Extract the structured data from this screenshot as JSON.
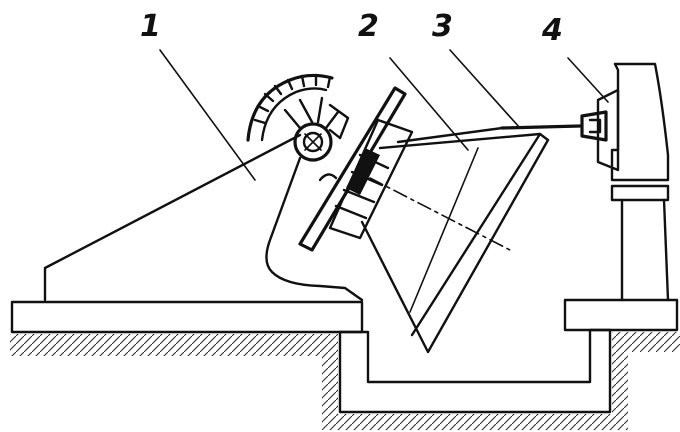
{
  "figure": {
    "callouts": [
      {
        "id": "1",
        "text": "1"
      },
      {
        "id": "2",
        "text": "2"
      },
      {
        "id": "3",
        "text": "3"
      },
      {
        "id": "4",
        "text": "4"
      }
    ],
    "colors": {
      "ink": "#111111",
      "paper": "#ffffff",
      "hatch": "#333333"
    }
  }
}
